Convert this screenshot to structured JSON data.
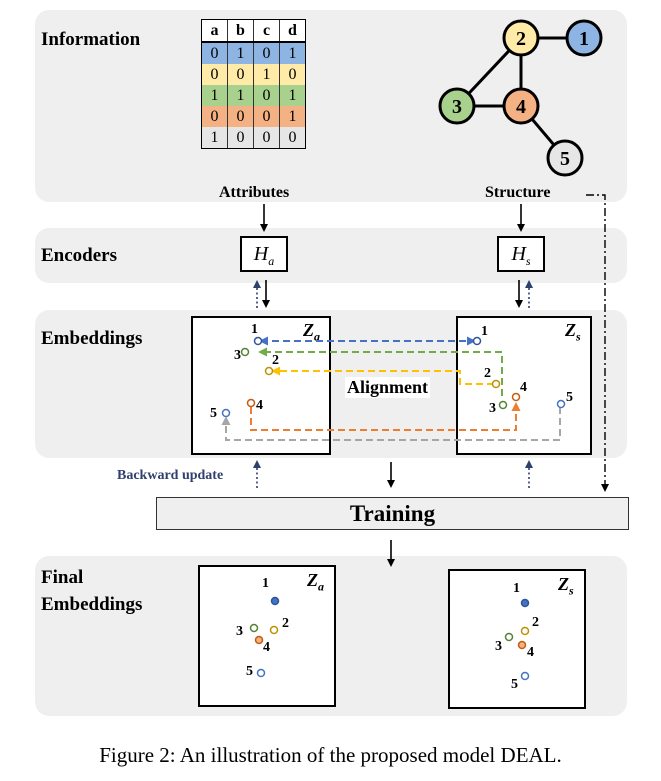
{
  "sections": {
    "information": "Information",
    "encoders": "Encoders",
    "embeddings": "Embeddings",
    "final_line1": "Final",
    "final_line2": "Embeddings"
  },
  "attributes_table": {
    "headers": [
      "a",
      "b",
      "c",
      "d"
    ],
    "rows": [
      {
        "values": [
          "0",
          "1",
          "0",
          "1"
        ],
        "color": "#8db4e2"
      },
      {
        "values": [
          "0",
          "0",
          "1",
          "0"
        ],
        "color": "#ffeaa7"
      },
      {
        "values": [
          "1",
          "1",
          "0",
          "1"
        ],
        "color": "#a9d18e"
      },
      {
        "values": [
          "0",
          "0",
          "0",
          "1"
        ],
        "color": "#f4b183"
      },
      {
        "values": [
          "1",
          "0",
          "0",
          "0"
        ],
        "color": "#e7e6e6"
      }
    ]
  },
  "labels": {
    "attributes": "Attributes",
    "structure": "Structure",
    "alignment": "Alignment",
    "backward_update": "Backward update",
    "training": "Training"
  },
  "encoders": {
    "attr_symbol": "H",
    "attr_sub": "a",
    "struct_symbol": "H",
    "struct_sub": "s"
  },
  "embedding_spaces": {
    "attr_symbol": "Z",
    "attr_sub": "a",
    "struct_symbol": "Z",
    "struct_sub": "s"
  },
  "graph": {
    "nodes": [
      {
        "id": "1",
        "color": "#8db4e2"
      },
      {
        "id": "2",
        "color": "#ffeaa7"
      },
      {
        "id": "3",
        "color": "#a9d18e"
      },
      {
        "id": "4",
        "color": "#f4b183"
      },
      {
        "id": "5",
        "color": "#e7e6e6"
      }
    ],
    "edges": [
      [
        "2",
        "1"
      ],
      [
        "2",
        "3"
      ],
      [
        "2",
        "4"
      ],
      [
        "3",
        "4"
      ],
      [
        "4",
        "5"
      ]
    ]
  },
  "point_labels": [
    "1",
    "2",
    "3",
    "4",
    "5"
  ],
  "caption": {
    "prefix": "Figure 2: An illustration of the proposed model D",
    "smallcaps": "EAL",
    "suffix": "."
  }
}
